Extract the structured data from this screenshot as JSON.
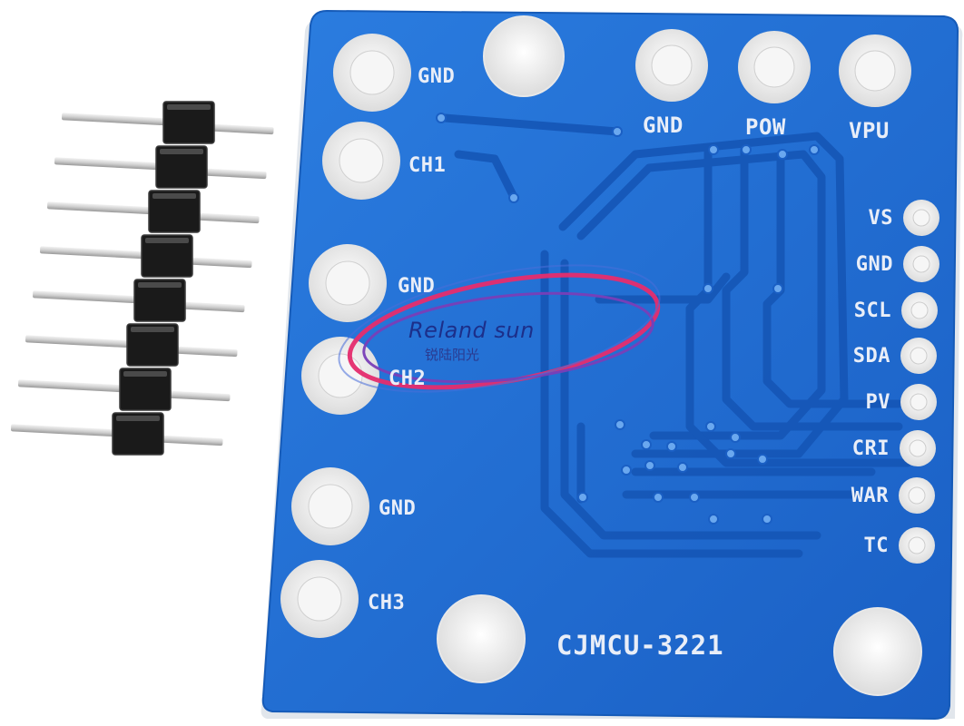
{
  "pcb": {
    "model": "CJMCU-3221",
    "left_labels": [
      "GND",
      "CH1",
      "GND",
      "CH2",
      "GND",
      "CH3"
    ],
    "top_labels": [
      "GND",
      "POW",
      "VPU"
    ],
    "right_labels": [
      "VS",
      "GND",
      "SCL",
      "SDA",
      "PV",
      "CRI",
      "WAR",
      "TC"
    ],
    "color_board": "#1f6fd2",
    "color_pads": "#f4f4f4"
  },
  "watermark": {
    "text": "Reland sun",
    "subtext": "锐陆阳光"
  },
  "header": {
    "pin_count": 8
  }
}
